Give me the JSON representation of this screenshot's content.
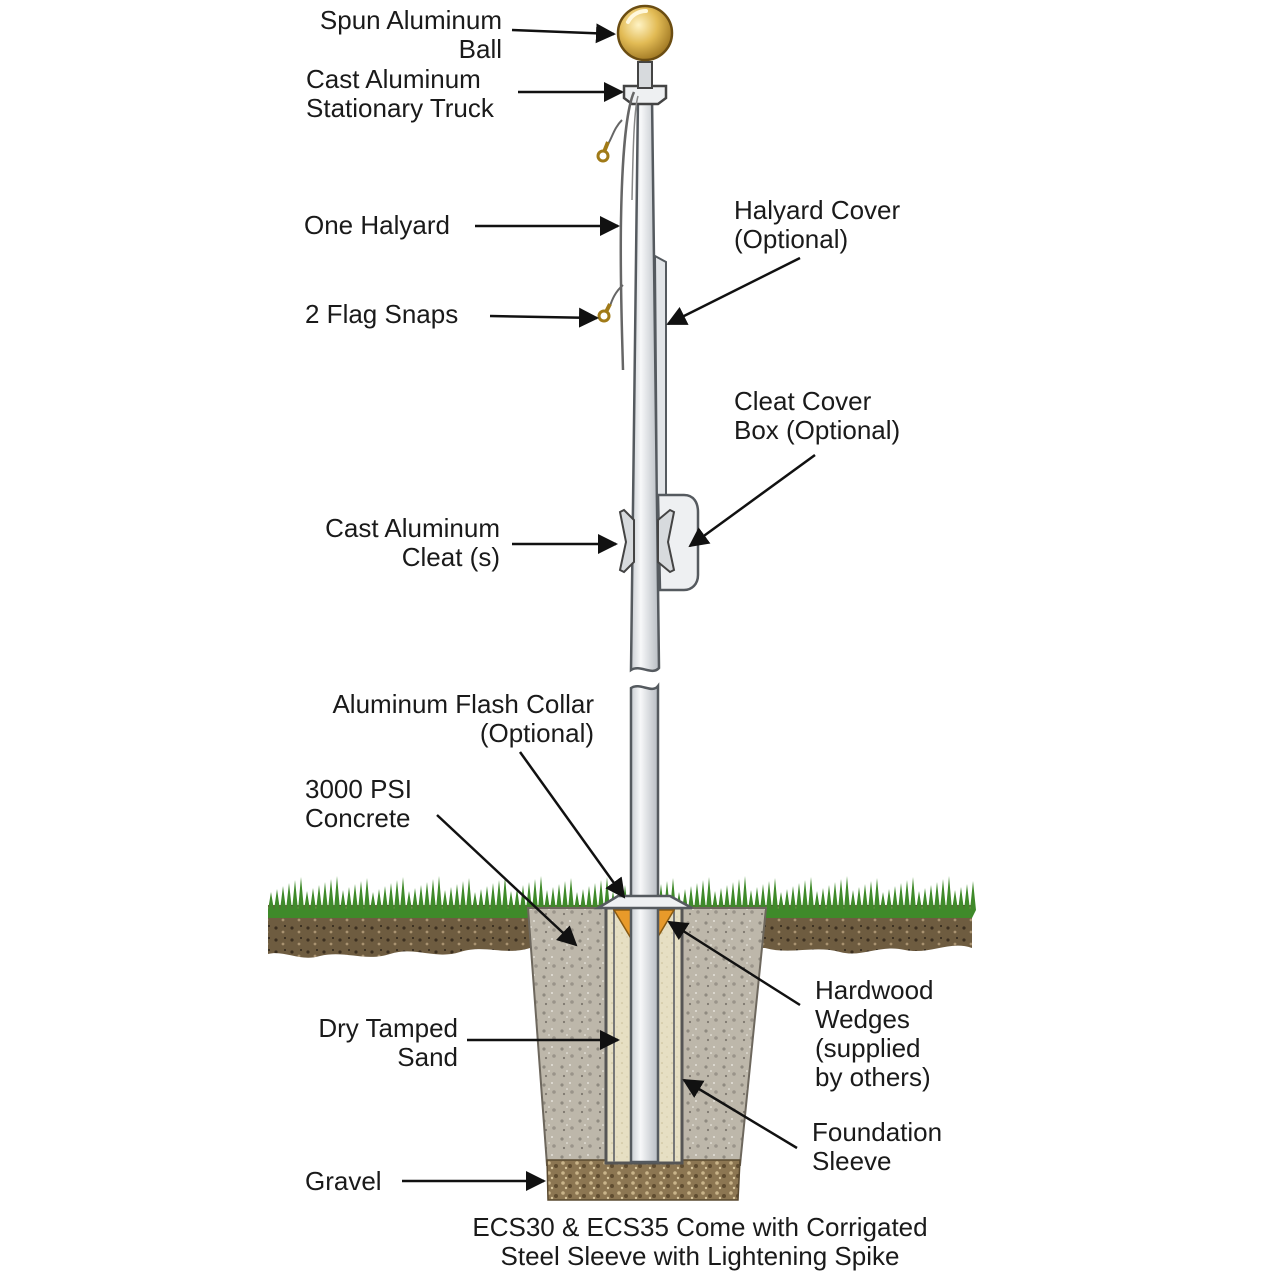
{
  "labels": {
    "ball": [
      "Spun Aluminum",
      "Ball"
    ],
    "truck": [
      "Cast Aluminum",
      "Stationary Truck"
    ],
    "halyard": [
      "One Halyard"
    ],
    "snaps": [
      "2 Flag Snaps"
    ],
    "halyard_cover": [
      "Halyard Cover",
      "(Optional)"
    ],
    "cleat_cover": [
      "Cleat Cover",
      "Box (Optional)"
    ],
    "cleat": [
      "Cast Aluminum",
      "Cleat (s)"
    ],
    "flash_collar": [
      "Aluminum Flash Collar",
      "(Optional)"
    ],
    "concrete": [
      "3000 PSI",
      "Concrete"
    ],
    "wedges": [
      "Hardwood",
      "Wedges",
      "(supplied",
      "by others)"
    ],
    "sand": [
      "Dry Tamped",
      "Sand"
    ],
    "sleeve": [
      "Foundation",
      "Sleeve"
    ],
    "gravel": [
      "Gravel"
    ]
  },
  "caption": [
    "ECS30 & ECS35 Come with Corrigated",
    "Steel Sleeve with Lightening Spike"
  ],
  "colors": {
    "pole": "#e9ecef",
    "pole_outline": "#555a5f",
    "ball": "#d9b24a",
    "grass": "#3f8a2a",
    "soil": "#6b5a3e",
    "concrete": "#b9b3a6",
    "sand": "#e3dcc0",
    "gravel": "#8a7350",
    "wedge": "#e89a2a"
  }
}
